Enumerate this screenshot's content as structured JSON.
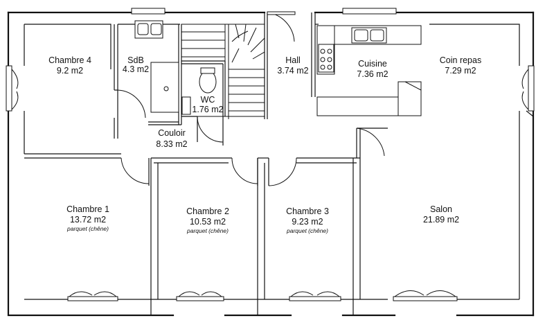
{
  "rooms": {
    "chambre4": {
      "name": "Chambre 4",
      "area": "9.2 m2"
    },
    "sdb": {
      "name": "SdB",
      "area": "4.3 m2"
    },
    "wc": {
      "name": "WC",
      "area": "1.76 m2"
    },
    "hall": {
      "name": "Hall",
      "area": "3.74 m2"
    },
    "cuisine": {
      "name": "Cuisine",
      "area": "7.36 m2"
    },
    "coin_repas": {
      "name": "Coin repas",
      "area": "7.29 m2"
    },
    "couloir": {
      "name": "Couloir",
      "area": "8.33 m2"
    },
    "chambre1": {
      "name": "Chambre 1",
      "area": "13.72 m2",
      "floor": "parquet (chêne)"
    },
    "chambre2": {
      "name": "Chambre 2",
      "area": "10.53 m2",
      "floor": "parquet (chêne)"
    },
    "chambre3": {
      "name": "Chambre 3",
      "area": "9.23 m2",
      "floor": "parquet (chêne)"
    },
    "salon": {
      "name": "Salon",
      "area": "21.89 m2"
    }
  }
}
